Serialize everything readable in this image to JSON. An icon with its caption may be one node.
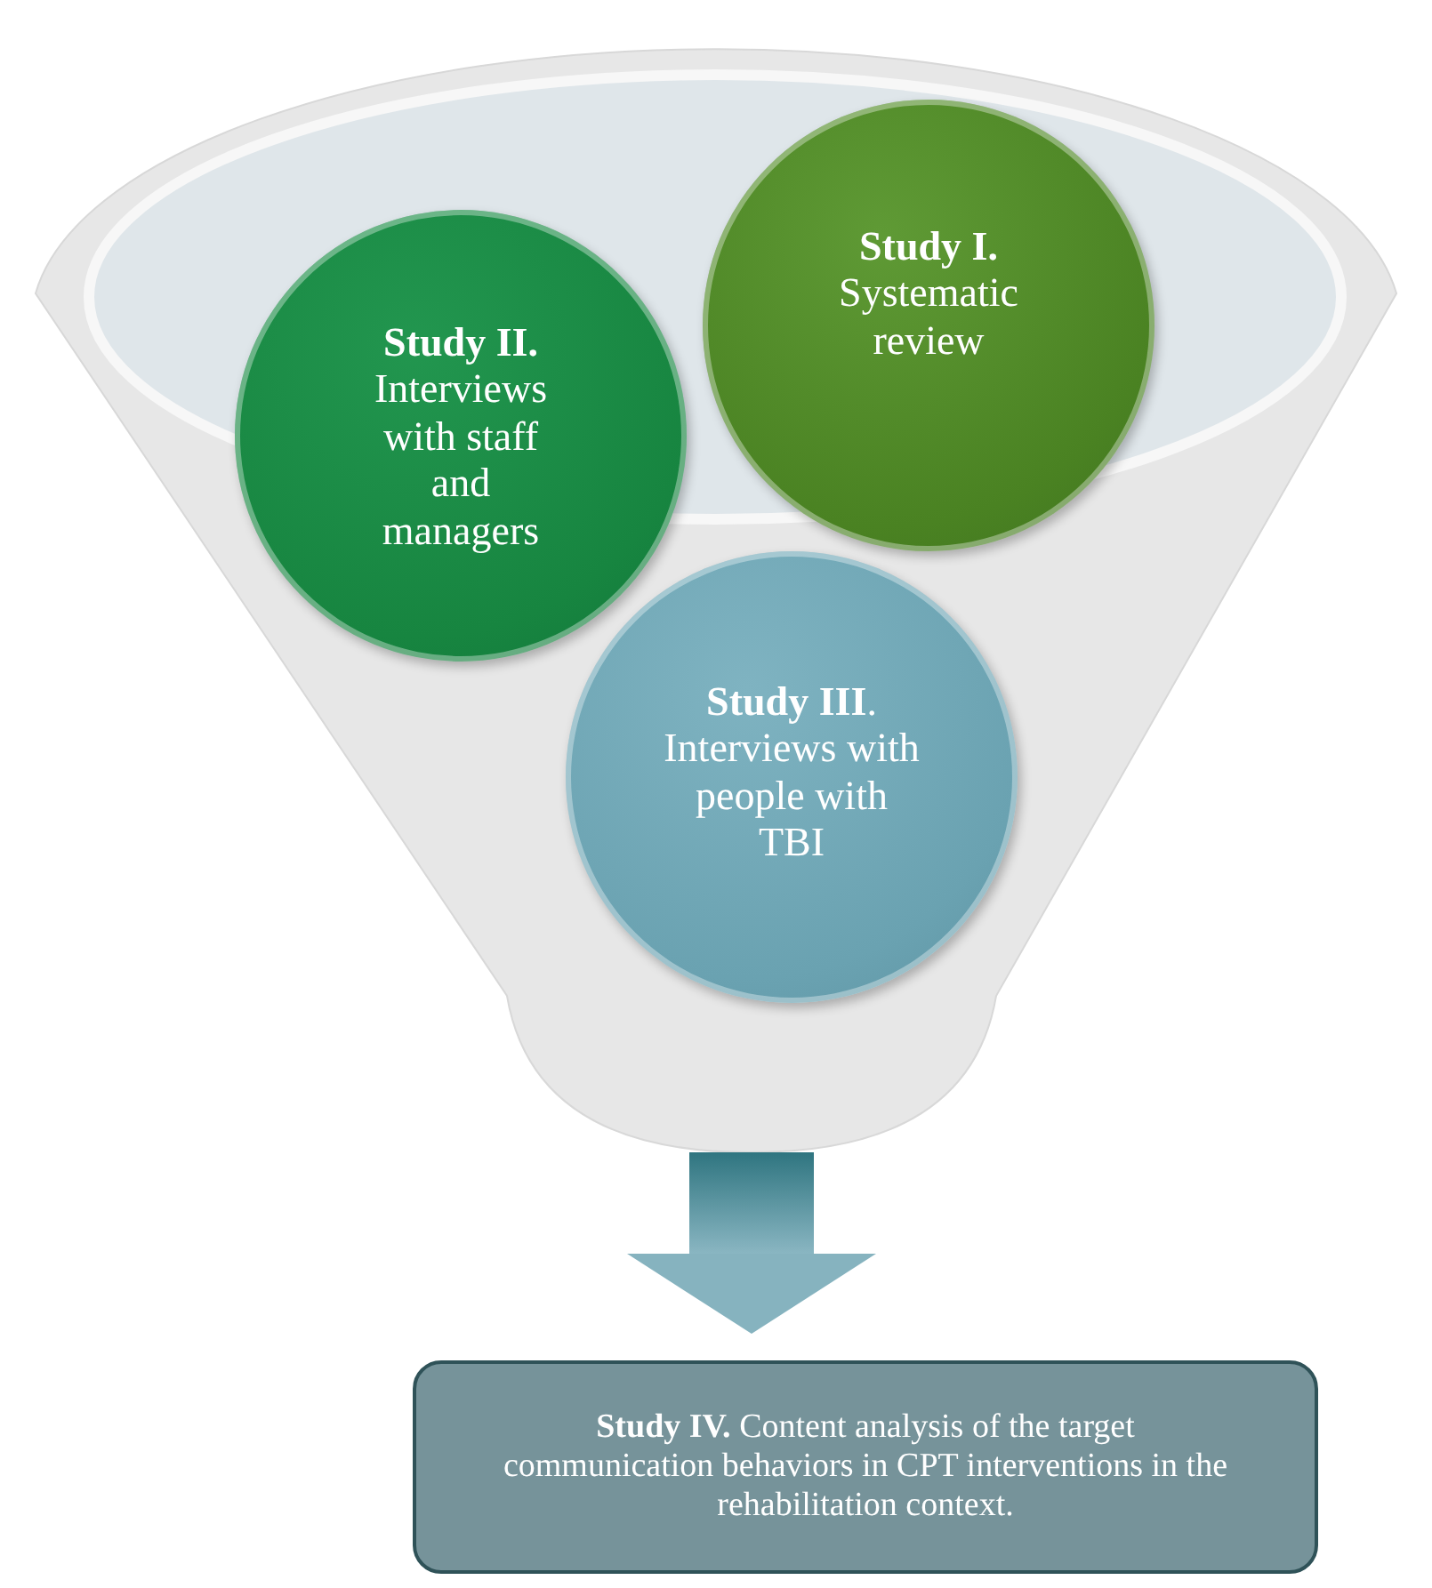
{
  "diagram": {
    "nodes": [
      {
        "text": [],
        "shape": "funnel"
      },
      {
        "text": [
          "**Study I.** Systematic review"
        ],
        "in": 0
      },
      {
        "text": [
          "**Study II.** Interviews with staff and managers"
        ],
        "in": 0
      },
      {
        "text": [
          "**Study III**. Interviews with people with TBI"
        ],
        "in": 0
      },
      {
        "text": [
          "**Study IV.** Content analysis of the target communication behaviors in CPT interventions in the rehabilitation context."
        ]
      }
    ],
    "edges": [
      {
        "from": 0,
        "to": 4,
        "arrow": "to",
        "style": "thick"
      }
    ]
  }
}
